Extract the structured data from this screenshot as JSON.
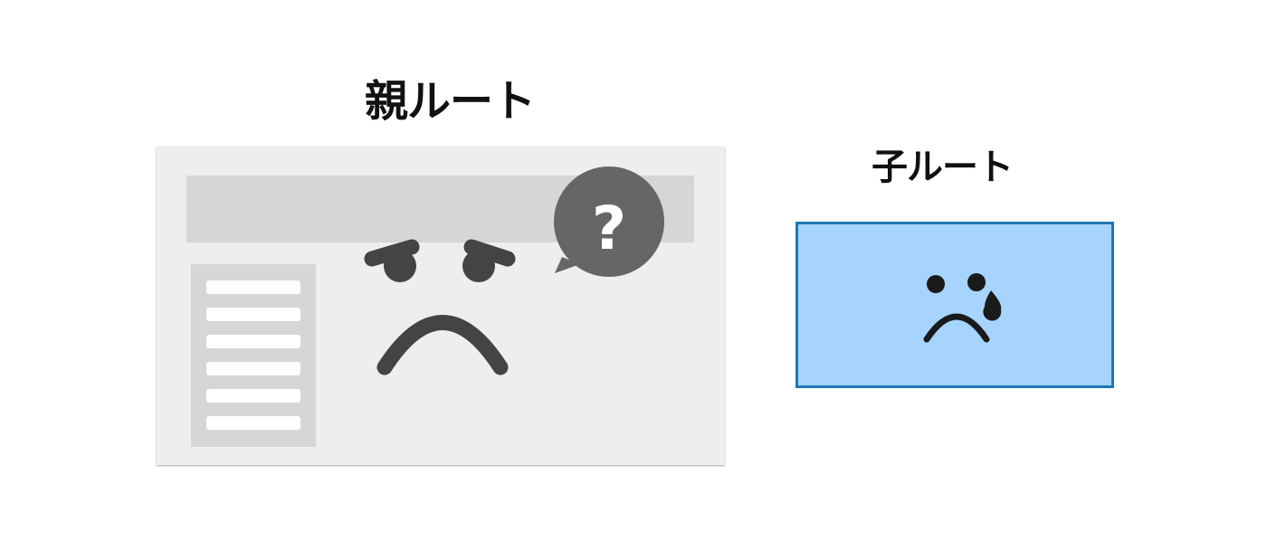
{
  "parent_route": {
    "title": "親ルート",
    "bubble_symbol": "?",
    "sidebar_lines": 6
  },
  "child_route": {
    "title": "子ルート"
  },
  "colors": {
    "window_bg": "#eeeeee",
    "window_panel": "#d6d6d6",
    "face_dark": "#444444",
    "bubble": "#666666",
    "child_fill": "#a6d4fd",
    "child_border": "#1f77b4",
    "child_face": "#1a1a1a"
  },
  "icons": [
    "confused-face-icon",
    "question-bubble-icon",
    "crying-face-icon"
  ]
}
